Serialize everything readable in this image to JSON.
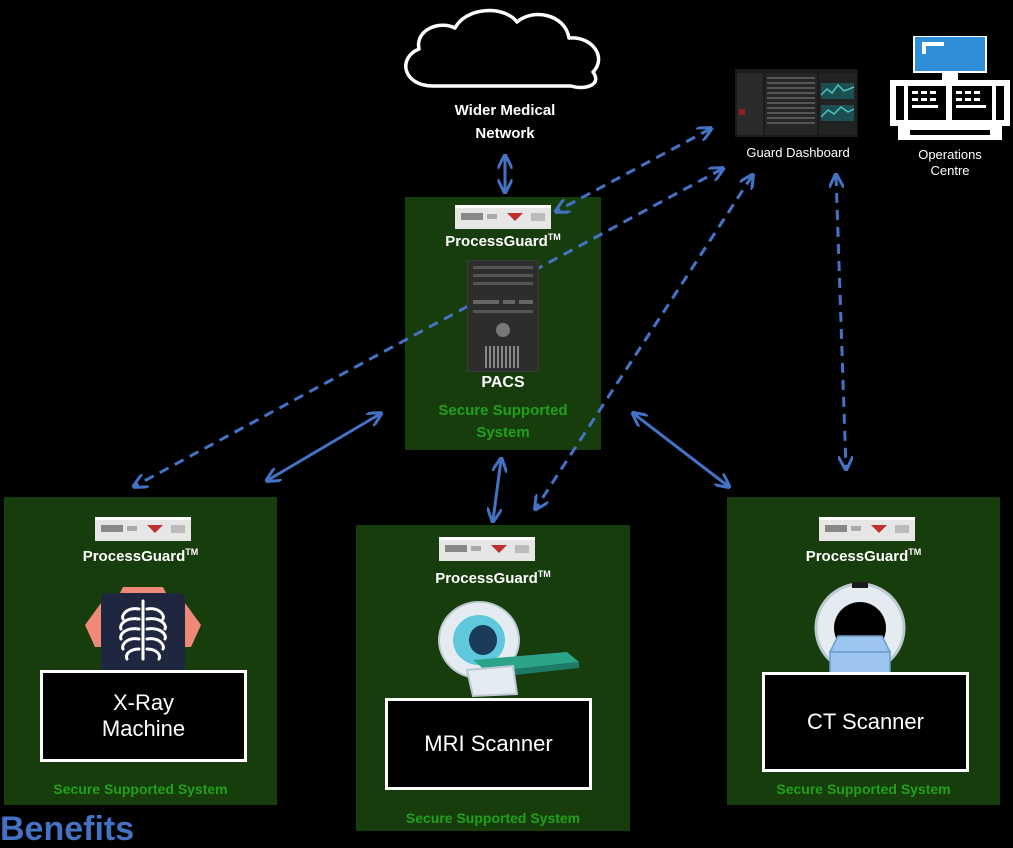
{
  "network": {
    "label_line1": "Wider Medical",
    "label_line2": "Network"
  },
  "dashboard": {
    "label": "Guard Dashboard"
  },
  "operations": {
    "label_line1": "Operations",
    "label_line2": "Centre"
  },
  "pacs": {
    "guard_label": "ProcessGuard",
    "tm": "TM",
    "name": "PACS",
    "secure_line1": "Secure Supported",
    "secure_line2": "System"
  },
  "xray": {
    "guard_label": "ProcessGuard",
    "tm": "TM",
    "name_line1": "X-Ray",
    "name_line2": "Machine",
    "secure": "Secure Supported System"
  },
  "mri": {
    "guard_label": "ProcessGuard",
    "tm": "TM",
    "name": "MRI Scanner",
    "secure": "Secure Supported System"
  },
  "ct": {
    "guard_label": "ProcessGuard",
    "tm": "TM",
    "name": "CT Scanner",
    "secure": "Secure Supported System"
  },
  "footer_partial": "Benefits",
  "colors": {
    "panel": "#173d0c",
    "secure_text": "#22a01a",
    "link": "#4472c4"
  }
}
